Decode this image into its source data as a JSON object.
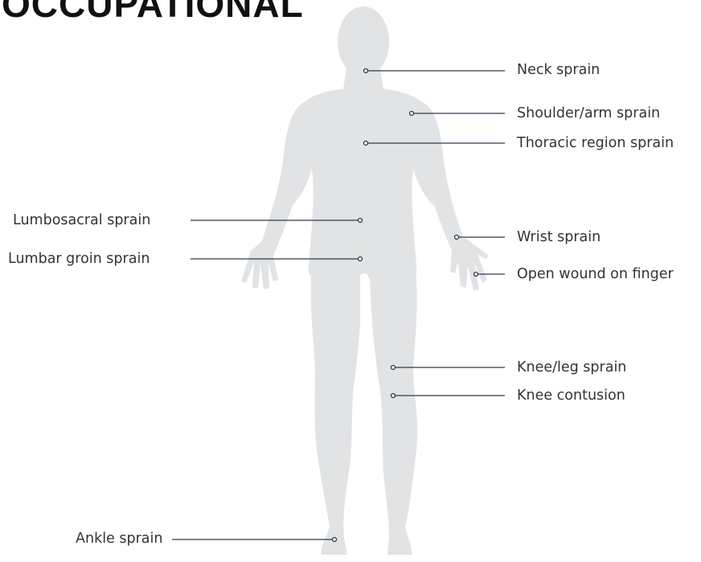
{
  "title": "OCCUPATIONAL",
  "colors": {
    "silhouette": "#e2e3e5",
    "line": "#2c3a4d",
    "text": "#333333",
    "title": "#111111"
  },
  "labels": {
    "neck": "Neck sprain",
    "shoulder": "Shoulder/arm sprain",
    "thoracic": "Thoracic region sprain",
    "lumbosacral": "Lumbosacral sprain",
    "wrist": "Wrist sprain",
    "lumbar_groin": "Lumbar groin sprain",
    "finger": "Open wound on finger",
    "knee_leg": "Knee/leg sprain",
    "knee_contusion": "Knee contusion",
    "ankle": "Ankle sprain"
  }
}
